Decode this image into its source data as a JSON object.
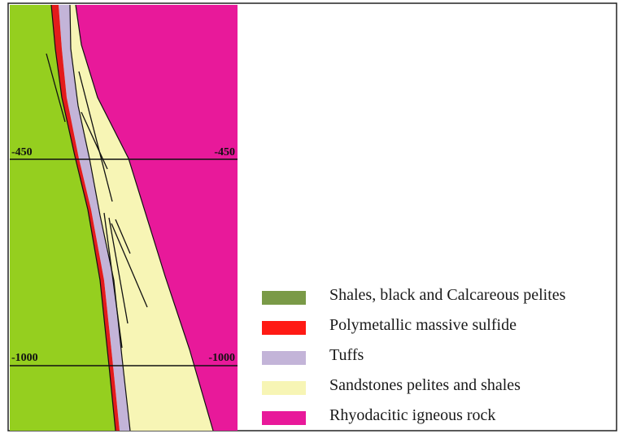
{
  "depth_markers": [
    {
      "left_label": "-450",
      "right_label": "-450"
    },
    {
      "left_label": "-1000",
      "right_label": "-1000"
    }
  ],
  "units": [
    {
      "key": "shales",
      "label": "Shales, black and Calcareous pelites",
      "color": "#7a9a47"
    },
    {
      "key": "sulfide",
      "label": "Polymetallic massive sulfide",
      "color": "#ff1a14"
    },
    {
      "key": "tuffs",
      "label": "Tuffs",
      "color": "#c3b4d8"
    },
    {
      "key": "sandstones",
      "label": "Sandstones pelites and shales",
      "color": "#f7f5b5"
    },
    {
      "key": "rhyodacitic",
      "label": "Rhyodacitic igneous rock",
      "color": "#e8199a"
    }
  ],
  "section_colors": {
    "shales_fill": "#95cf1f",
    "sulfide_fill": "#e31b1b",
    "tuffs_fill": "#c3b4d8",
    "sandstones_fill": "#f7f5b5",
    "rhyodacitic_fill": "#e8199a",
    "contact_line": "#111111"
  }
}
